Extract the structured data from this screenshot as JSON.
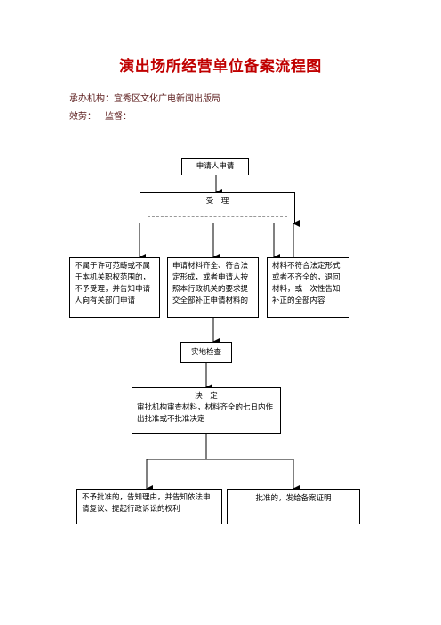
{
  "title": "演出场所经营单位备案流程图",
  "header": {
    "agency": "承办机构：宜秀区文化广电新闻出版局",
    "efficacy": "效劳：",
    "supervise": "监督："
  },
  "flow": {
    "apply": "申请人申请",
    "accept_title": "受　理",
    "accept_sub": "",
    "reject": "不属于许可范畴或不属于本机关职权范围的，不予受理，并告知申请人向有关部门申请",
    "complete": "申请材料齐全、符合法定形成，或者申请人按照本行政机关的要求提交全部补正申请材料的",
    "incomplete": "材料不符合法定形式或者不齐全的，退回材料，或一次性告知补正的全部内容",
    "inspect": "实地检查",
    "decide_title": "决　定",
    "decide_desc": "审批机构审查材料，材料齐全的七日内作出批准或不批准决定",
    "not_approved": "不予批准的，告知理由，并告知依法申请复议、提起行政诉讼的权利",
    "approved": "批准的，发给备案证明"
  }
}
